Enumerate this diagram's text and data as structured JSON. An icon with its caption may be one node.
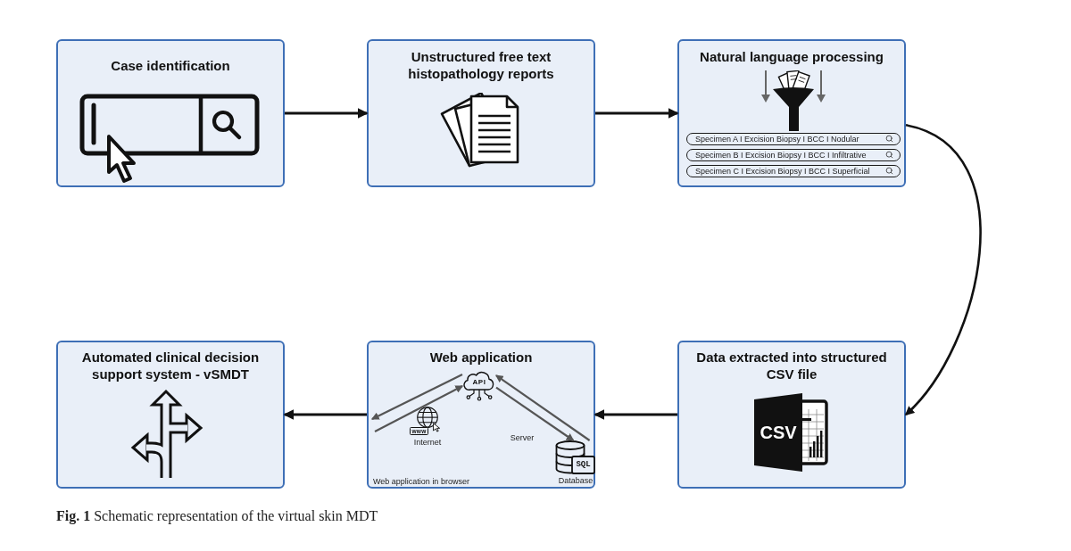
{
  "diagram": {
    "caption": "**Fig. 1** Schematic representation of the virtual skin MDT",
    "nodes": [
      {
        "text": [
          "Case identification"
        ]
      },
      {
        "text": [
          "Unstructured free text histopathology reports"
        ]
      },
      {
        "text": [
          "Natural language processing"
        ]
      },
      {
        "text": [
          "Specimen A I Excision Biopsy I BCC I Nodular"
        ],
        "in": 2
      },
      {
        "text": [
          "Specimen B I Excision Biopsy I BCC I Infiltrative"
        ],
        "in": 2
      },
      {
        "text": [
          "Specimen C I Excision Biopsy I BCC I Superficial"
        ],
        "in": 2
      },
      {
        "text": [
          "Data extracted into structured CSV file",
          "CSV"
        ]
      },
      {
        "text": [
          "Web application",
          "www",
          "Internet",
          "Server",
          "Web application in browser"
        ]
      },
      {
        "text": [
          "API"
        ],
        "in": 7
      },
      {
        "text": [
          "SQL",
          "Database"
        ],
        "in": 7
      },
      {
        "text": [
          "Automated clinical decision support system - vSMDT"
        ]
      }
    ],
    "edges": [
      {
        "from": 0,
        "to": 1,
        "arrow": "to"
      },
      {
        "from": 1,
        "to": 2,
        "arrow": "to"
      },
      {
        "from": 2,
        "to": 6,
        "arrow": "to"
      },
      {
        "from": 6,
        "to": 7,
        "arrow": "to"
      },
      {
        "from": 7,
        "to": 10,
        "arrow": "to"
      },
      {
        "from": 8,
        "to": null,
        "arrow": "to",
        "color": "#555555"
      },
      {
        "from": null,
        "to": 8,
        "arrow": "to",
        "color": "#555555"
      },
      {
        "from": 8,
        "to": 9,
        "arrow": "to",
        "color": "#555555"
      },
      {
        "from": 9,
        "to": 8,
        "arrow": "to",
        "color": "#555555"
      }
    ]
  }
}
